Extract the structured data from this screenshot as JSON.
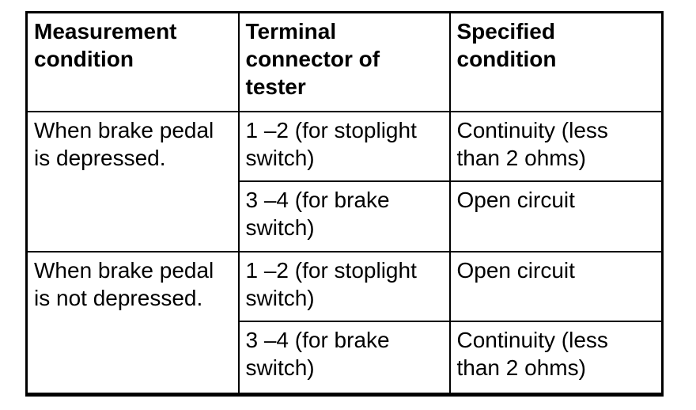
{
  "table": {
    "headers": [
      "Measurement condition",
      "Terminal connector of tester",
      "Specified condition"
    ],
    "groups": [
      {
        "measurement_condition": "When brake pedal is depressed.",
        "entries": [
          {
            "terminal": "1 –2 (for stoplight switch)",
            "specified": "Continuity (less than 2 ohms)"
          },
          {
            "terminal": "3 –4 (for brake switch)",
            "specified": "Open circuit"
          }
        ]
      },
      {
        "measurement_condition": "When brake pedal is not depressed.",
        "entries": [
          {
            "terminal": "1 –2 (for stoplight switch)",
            "specified": "Open circuit"
          },
          {
            "terminal": "3 –4 (for brake switch)",
            "specified": "Continuity (less than 2 ohms)"
          }
        ]
      }
    ]
  },
  "colors": {
    "border": "#000000",
    "text": "#000000",
    "background": "#ffffff"
  }
}
